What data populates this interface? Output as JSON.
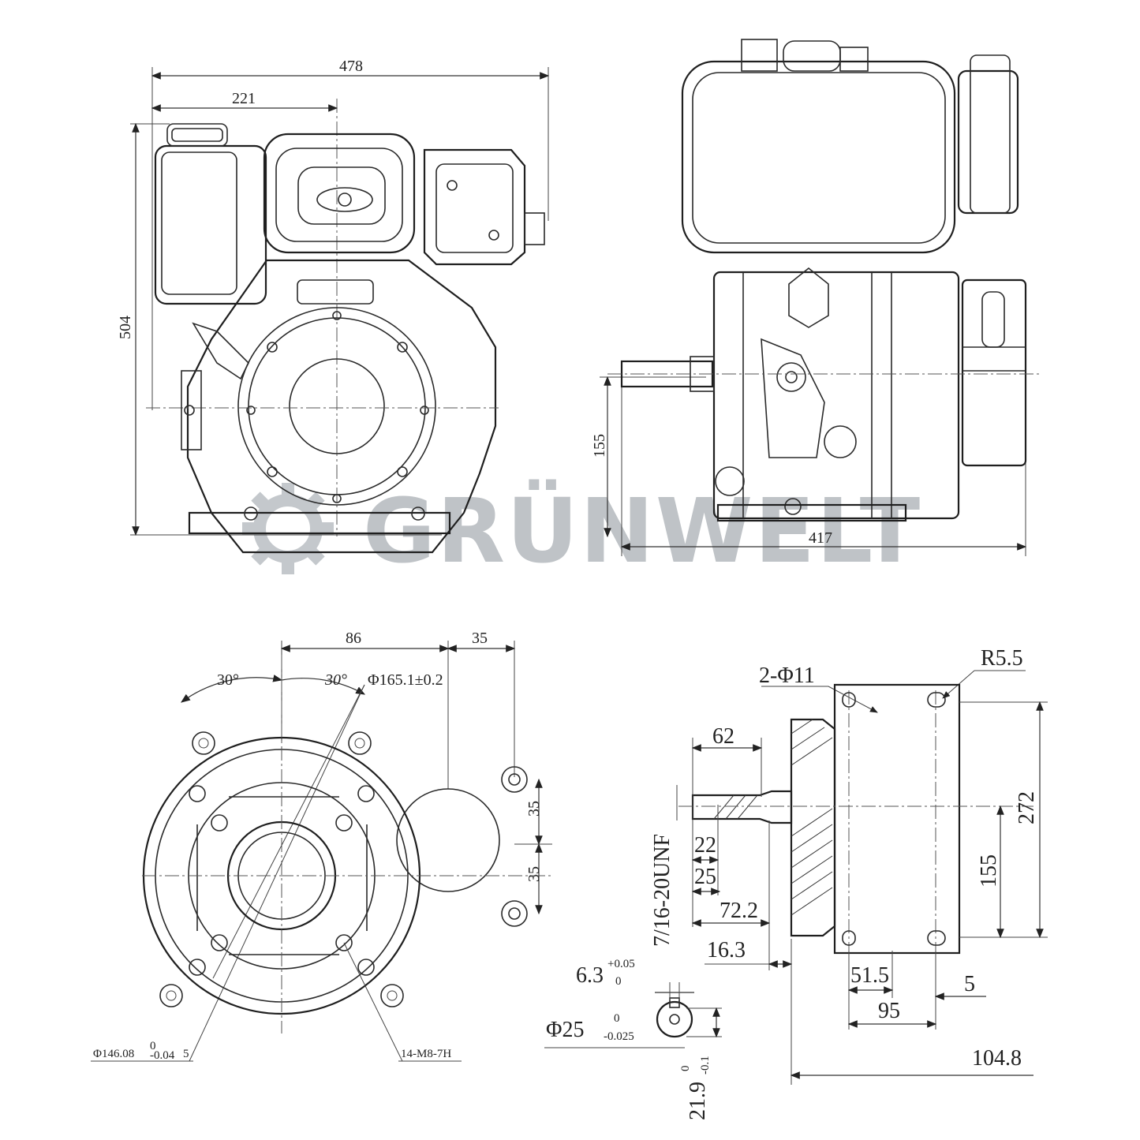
{
  "watermark": {
    "text": "GRÜNWELT",
    "color": "#bfc3c7",
    "icon": "gear-icon"
  },
  "front_view": {
    "overall_width": "478",
    "half_width": "221",
    "height": "504"
  },
  "side_view": {
    "shaft_height": "155",
    "length": "417"
  },
  "flange_view": {
    "dim_86": "86",
    "dim_35_top": "35",
    "angle_left": "30°",
    "angle_right": "30°",
    "pcd_label": "Φ165.1±0.2",
    "pilot_label": "Φ146.08",
    "pilot_tol_top": "0",
    "pilot_tol_bottom": "-0.04",
    "pilot_depth": "5",
    "holes_label": "14-M8-7H",
    "dim_35_right_upper": "35",
    "dim_35_right_lower": "35"
  },
  "shaft_view": {
    "holes_label": "2-Φ11",
    "radius_label": "R5.5",
    "dim_62": "62",
    "thread_label": "7/16-20UNF",
    "dim_22": "22",
    "dim_25": "25",
    "dim_72_2": "72.2",
    "dim_16_3": "16.3",
    "dim_272": "272",
    "dim_155": "155",
    "dim_51_5": "51.5",
    "dim_5": "5",
    "dim_95": "95",
    "dim_104_8": "104.8"
  },
  "key_detail": {
    "key_width": "6.3",
    "key_tol_top": "+0.05",
    "key_tol_bottom": "0",
    "shaft_dia": "Φ25",
    "shaft_tol_top": "0",
    "shaft_tol_bottom": "-0.025",
    "key_depth": "21.9",
    "depth_tol_top": "0",
    "depth_tol_bottom": "-0.1"
  }
}
